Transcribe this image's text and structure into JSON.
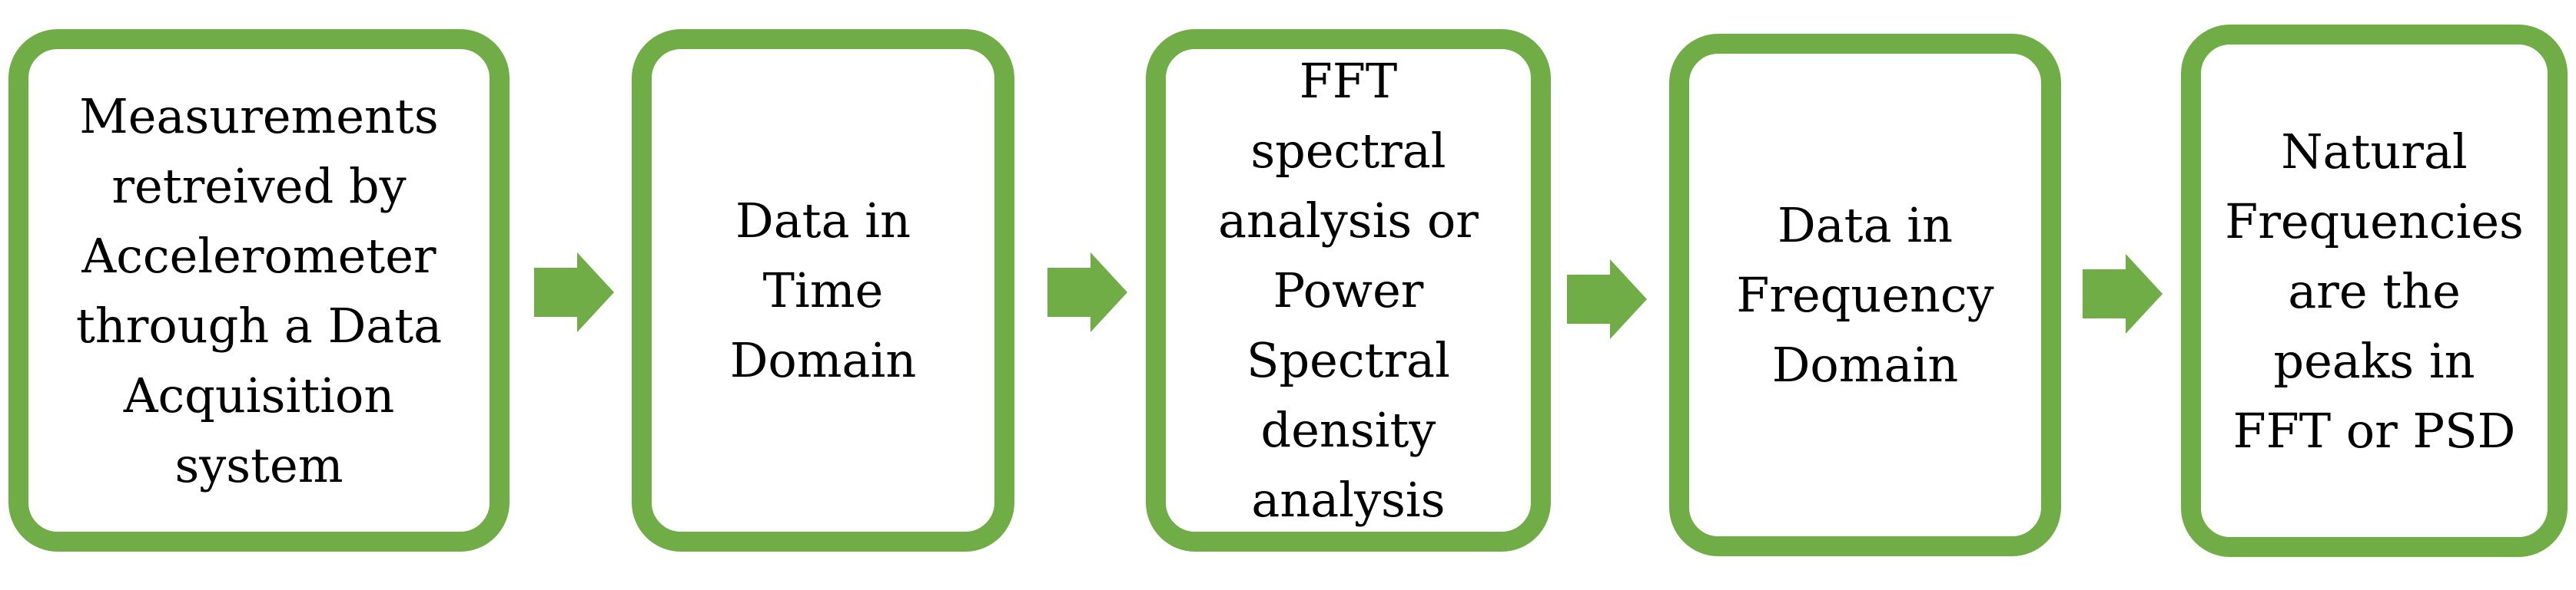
{
  "colors": {
    "accent": "#70ad47",
    "background": "#ffffff",
    "text": "#000000"
  },
  "flow": {
    "steps": [
      {
        "label": "Measurements\nretreived by\nAccelerometer\nthrough a Data\nAcquisition\nsystem"
      },
      {
        "label": "Data in\nTime\nDomain"
      },
      {
        "label": "FFT\nspectral\nanalysis or\nPower\nSpectral\ndensity\nanalysis"
      },
      {
        "label": "Data in\nFrequency\nDomain"
      },
      {
        "label": "Natural\nFrequencies\nare the\npeaks in\nFFT or PSD"
      }
    ]
  }
}
